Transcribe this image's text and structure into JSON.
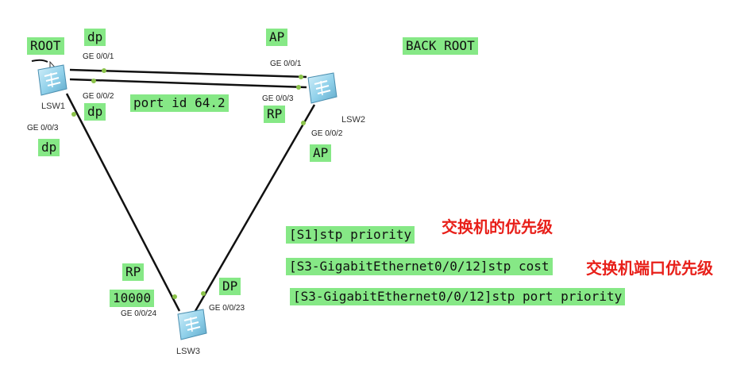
{
  "devices": {
    "lsw1": "LSW1",
    "lsw2": "LSW2",
    "lsw3": "LSW3"
  },
  "ports": {
    "lsw1_ge001": "GE 0/0/1",
    "lsw1_ge002": "GE 0/0/2",
    "lsw1_ge003": "GE 0/0/3",
    "lsw2_ge001": "GE 0/0/1",
    "lsw2_ge003": "GE 0/0/3",
    "lsw2_ge002": "GE 0/0/2",
    "lsw3_ge0024": "GE 0/0/24",
    "lsw3_ge0023": "GE 0/0/23"
  },
  "tags": {
    "root": "ROOT",
    "dp_top": "dp",
    "dp_mid": "dp",
    "dp_left": "dp",
    "ap_top": "AP",
    "back_root": "BACK ROOT",
    "port_id": "port id 64.2",
    "rp_lsw2": "RP",
    "ap_lsw2": "AP",
    "rp_lsw3": "RP",
    "cost": "10000",
    "dp_lsw3": "DP"
  },
  "commands": {
    "cmd1": "[S1]stp priority",
    "cmd2": "[S3-GigabitEthernet0/0/12]stp cost",
    "cmd3": "[S3-GigabitEthernet0/0/12]stp port priority"
  },
  "notes": {
    "note1": "交换机的优先级",
    "note2": "交换机端口优先级"
  },
  "colors": {
    "label_bg": "#86e886",
    "note_red": "#e8201a",
    "link": "#111111",
    "port_dot": "#8bc34a",
    "switch_body": "#8fd0ea"
  }
}
